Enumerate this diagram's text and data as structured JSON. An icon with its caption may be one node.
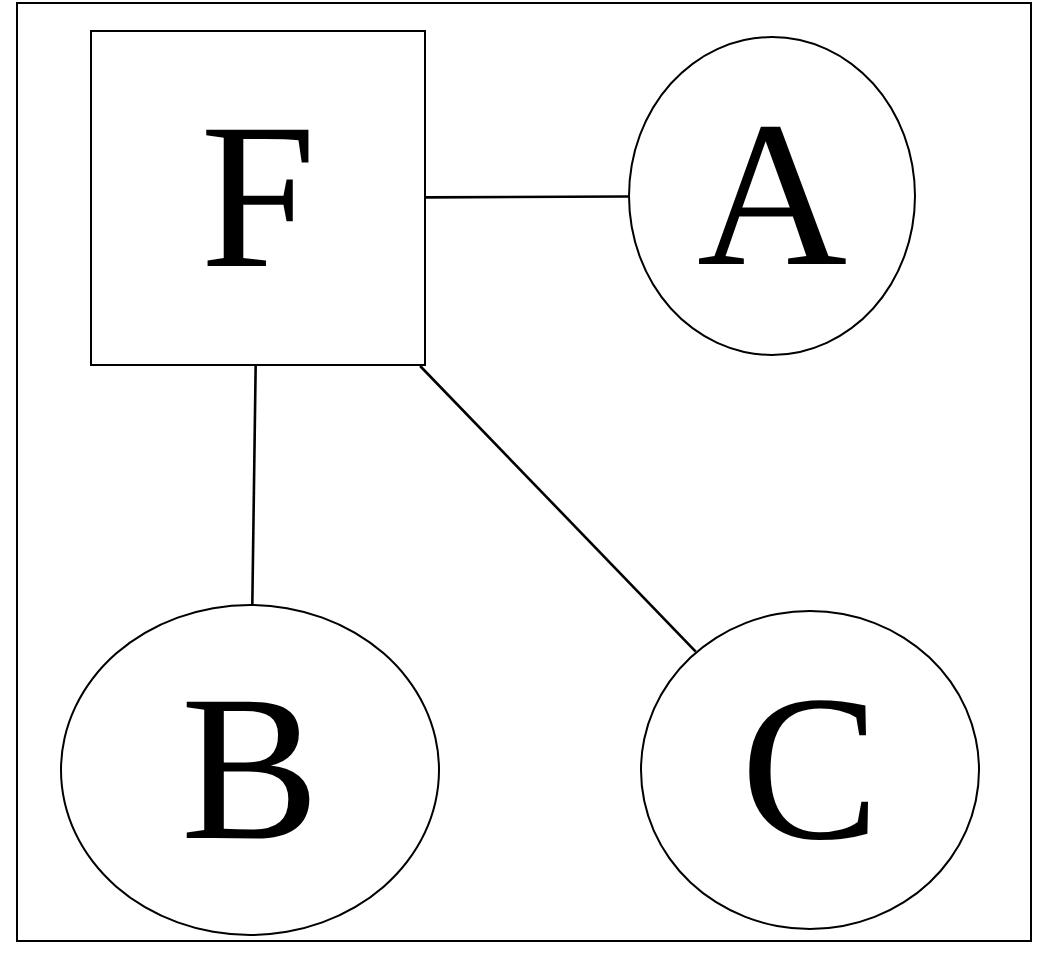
{
  "diagram": {
    "nodes": [
      {
        "text": [
          "F"
        ]
      },
      {
        "text": [
          "A"
        ]
      },
      {
        "text": [
          "B"
        ]
      },
      {
        "text": [
          "C"
        ]
      }
    ],
    "edges": [
      {
        "from": 0,
        "to": 1,
        "arrow": "none"
      },
      {
        "from": 0,
        "to": 2,
        "arrow": "none"
      },
      {
        "from": 0,
        "to": 3,
        "arrow": "none"
      }
    ]
  }
}
